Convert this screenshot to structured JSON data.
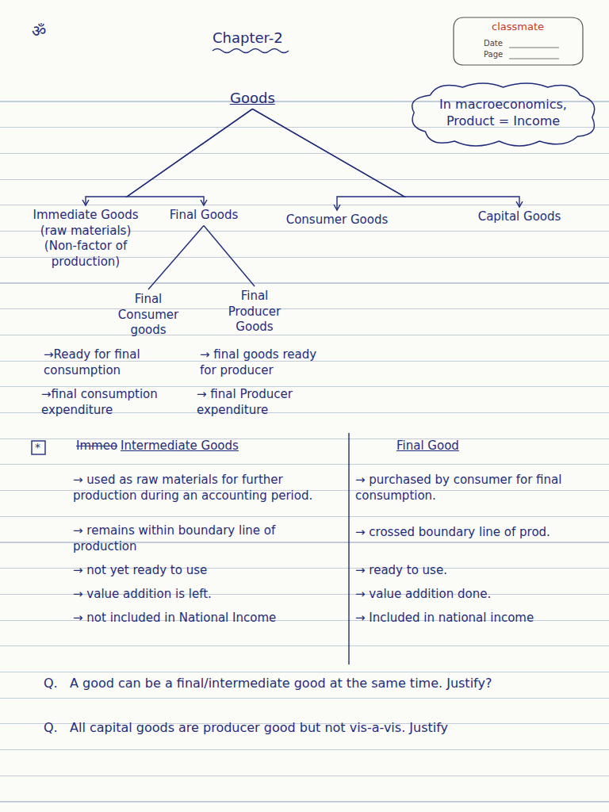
{
  "diagram": {
    "title": "Chapter-2",
    "nodes": [
      {
        "text": [
          "In macroeconomics, Product = Income"
        ]
      },
      {
        "text": [
          "Goods"
        ]
      },
      {
        "text": [
          "Immediate Goods",
          "(raw materials)",
          "(Non-factor of production)"
        ]
      },
      {
        "text": [
          "Final Goods"
        ]
      },
      {
        "text": [
          "Consumer Goods"
        ]
      },
      {
        "text": [
          "Capital Goods"
        ]
      },
      {
        "text": [
          "Final Consumer goods"
        ]
      },
      {
        "text": [
          "Final Producer Goods"
        ]
      }
    ],
    "edges": [
      {
        "from": 1,
        "to": 2,
        "arrow": "to"
      },
      {
        "from": 1,
        "to": 3,
        "arrow": "to"
      },
      {
        "from": 1,
        "to": 4,
        "arrow": "to"
      },
      {
        "from": 1,
        "to": 5,
        "arrow": "to"
      },
      {
        "from": 3,
        "to": 6,
        "arrow": "none"
      },
      {
        "from": 3,
        "to": 7,
        "arrow": "none"
      }
    ],
    "labels": [
      "ॐ",
      "classmate",
      "Date",
      "Page",
      "→Ready for final consumption",
      "→final consumption expenditure",
      "→ final goods ready for producer",
      "→ final Producer expenditure",
      "*",
      "Immeo",
      "Intermediate Goods",
      "Final Good",
      "→ used as raw materials for further production during an accounting period.",
      "→ purchased by consumer for final consumption.",
      "→ remains within boundary line of production",
      "→ crossed boundary line of prod.",
      "→ not yet ready to use",
      "→ ready to use.",
      "→ value addition is left.",
      "→ value addition done.",
      "→ not included in National Income",
      "→ Included in national income",
      "Q.",
      "A good can be a final/intermediate good at the same time. Justify?",
      "Q.",
      "All capital goods are producer good but not vis-a-vis. Justify"
    ]
  }
}
